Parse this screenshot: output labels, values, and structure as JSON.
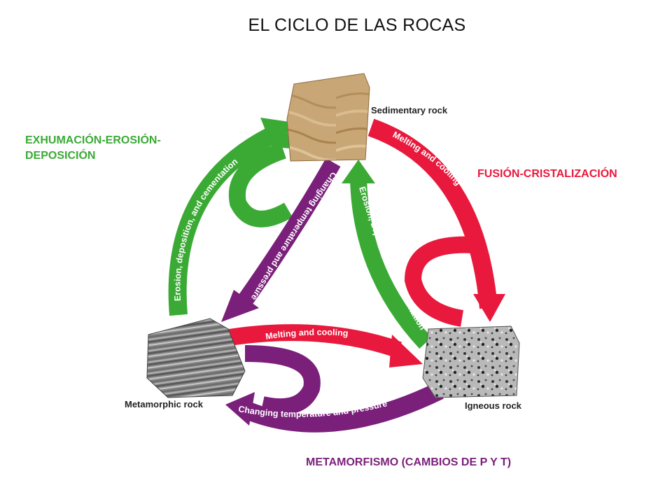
{
  "title": "EL CICLO DE LAS ROCAS",
  "side_labels": {
    "green": "EXHUMACIÓN-EROSIÓN-\nDEPOSICIÓN",
    "red": "FUSIÓN-CRISTALIZACIÓN",
    "purple": "METAMORFISMO (CAMBIOS DE P Y T)"
  },
  "rocks": {
    "sedimentary": "Sedimentary rock",
    "metamorphic": "Metamorphic rock",
    "igneous": "Igneous rock"
  },
  "arrows": {
    "red_outer": "Melting and cooling",
    "red_inner": "Melting and cooling",
    "green_outer": "Erosion, deposition, and cementation",
    "green_inner": "Erosion, deposition, and cementation",
    "purple_outer": "Changing temperature and pressure",
    "purple_inner": "Changing temperature and pressure"
  },
  "colors": {
    "green": "#3aaa35",
    "red": "#e8193c",
    "purple": "#7a1f7a"
  }
}
